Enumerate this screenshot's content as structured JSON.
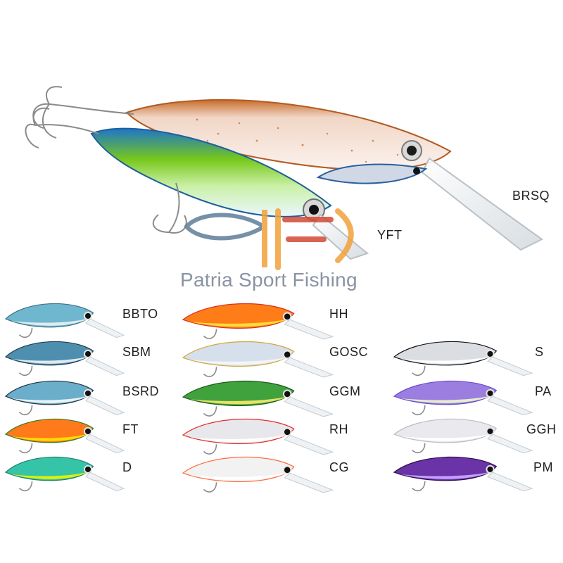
{
  "hero_lures": [
    {
      "code": "BRSQ",
      "name_icon": "brown-red-squid-lure-icon"
    },
    {
      "code": "YFT",
      "name_icon": "yellowfin-tuna-lure-icon"
    }
  ],
  "watermark": {
    "logo_icon": "patria-sport-fishing-logo-icon",
    "text": "Patria Sport Fishing"
  },
  "color_swatches": {
    "column_1": [
      {
        "code": "BBTO",
        "body": "#6fb6cf",
        "belly": "#e6eef0",
        "tail_tip": "#3d6f86"
      },
      {
        "code": "SBM",
        "body": "#4e8fb0",
        "belly": "#e8eef1",
        "tail_tip": "#203b4a"
      },
      {
        "code": "BSRD",
        "body": "#6aaecb",
        "belly": "#f2f5f6",
        "tail_tip": "#1f3340"
      },
      {
        "code": "FT",
        "body": "#ff7a1a",
        "belly": "#ffe000",
        "tail_tip": "#2f7a2a"
      },
      {
        "code": "D",
        "body": "#36c4a8",
        "belly": "#e8f200",
        "tail_tip": "#1e7f6c"
      }
    ],
    "column_2": [
      {
        "code": "HH",
        "body": "#ff7d18",
        "belly": "#ffe23b",
        "tail_tip": "#d8301c"
      },
      {
        "code": "GOSC",
        "body": "#d6e0ec",
        "belly": "#f6f6f6",
        "tail_tip": "#d1a63d"
      },
      {
        "code": "GGM",
        "body": "#3fa23c",
        "belly": "#f2e56a",
        "tail_tip": "#1d5a1d"
      },
      {
        "code": "RH",
        "body": "#e8e8ec",
        "belly": "#ffffff",
        "tail_tip": "#e32828"
      },
      {
        "code": "CG",
        "body": "#f2f2f2",
        "belly": "#ffffff",
        "tail_tip": "#ff6a3a"
      }
    ],
    "column_3": [
      {
        "code": "S",
        "body": "#dcdde2",
        "belly": "#ffffff",
        "tail_tip": "#111111"
      },
      {
        "code": "PA",
        "body": "#9b7ee0",
        "belly": "#eaf6c8",
        "tail_tip": "#6b4bd1"
      },
      {
        "code": "GGH",
        "body": "#e9e9ee",
        "belly": "#ffffff",
        "tail_tip": "#b9bcc6"
      },
      {
        "code": "PM",
        "body": "#6a33a8",
        "belly": "#c9a5ff",
        "tail_tip": "#2a0f47"
      }
    ]
  },
  "colors": {
    "background": "#ffffff",
    "logo_blue": "#5f7d9a",
    "logo_orange": "#f2a23a",
    "logo_red": "#d24a34",
    "label_text": "#222222"
  }
}
